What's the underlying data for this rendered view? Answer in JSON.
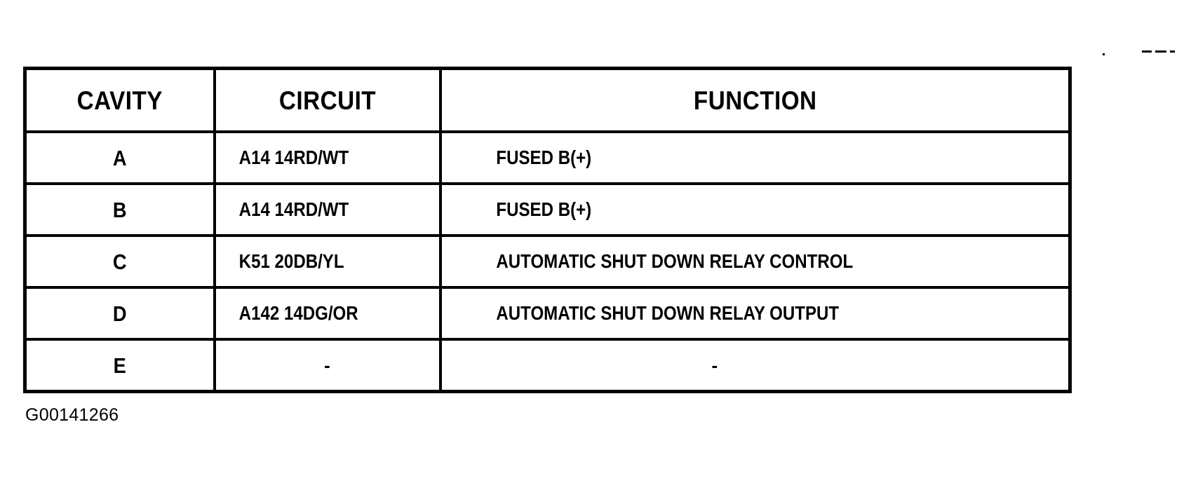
{
  "figure": {
    "id_label": "G00141266"
  },
  "table": {
    "headers": [
      {
        "key": "cavity",
        "label": "CAVITY"
      },
      {
        "key": "circuit",
        "label": "CIRCUIT"
      },
      {
        "key": "function",
        "label": "FUNCTION"
      }
    ],
    "rows": [
      {
        "cavity": "A",
        "circuit": "A14 14RD/WT",
        "function": "FUSED B(+)"
      },
      {
        "cavity": "B",
        "circuit": "A14 14RD/WT",
        "function": "FUSED B(+)"
      },
      {
        "cavity": "C",
        "circuit": "K51 20DB/YL",
        "function": "AUTOMATIC SHUT DOWN RELAY CONTROL"
      },
      {
        "cavity": "D",
        "circuit": "A142 14DG/OR",
        "function": "AUTOMATIC SHUT DOWN RELAY OUTPUT"
      },
      {
        "cavity": "E",
        "circuit": "-",
        "function": "-"
      }
    ]
  },
  "style": {
    "ink_color": "#000000",
    "paper_color": "#ffffff"
  }
}
